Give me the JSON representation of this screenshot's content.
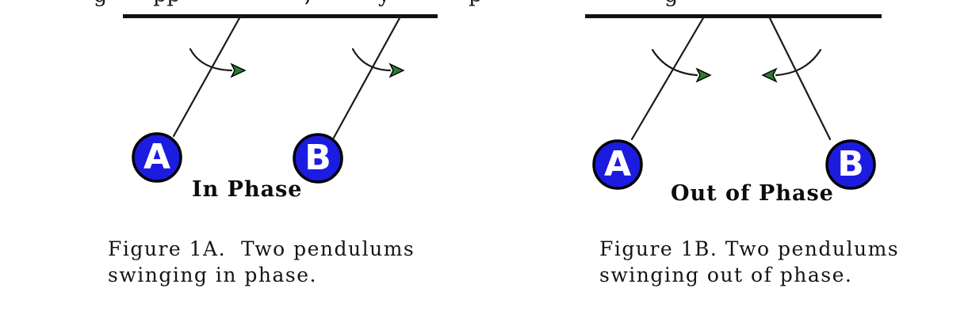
{
  "page": {
    "background": "#ffffff",
    "cropped_top_text_fragments": [
      {
        "char": "g",
        "note": "cut-off descender of text line above"
      },
      {
        "char": "pp",
        "note": "cut-off descender of text line above"
      },
      {
        "char": ",",
        "note": "cut-off comma of text line above"
      },
      {
        "char": "y",
        "note": "cut-off descender of text line above"
      },
      {
        "char": "p",
        "note": "cut-off descender of text line above"
      },
      {
        "char": "g",
        "note": "cut-off descender of text line above"
      }
    ]
  },
  "colors": {
    "bob_fill": "#1c1ce0",
    "bob_outline": "#000000",
    "bob_letter": "#ffffff",
    "arrow_green": "#2e7b2e",
    "line_ink": "#1a1a1a",
    "text_ink": "#141414"
  },
  "figures": [
    {
      "id": "1A",
      "phase_label": "In Phase",
      "caption": "Figure 1A.  Two pendulums\nswinging in phase.",
      "bobs": [
        {
          "letter": "A"
        },
        {
          "letter": "B"
        }
      ],
      "swing_direction": "both pendulums tilt left, arrows point right (same direction)"
    },
    {
      "id": "1B",
      "phase_label": "Out of Phase",
      "caption": "Figure 1B. Two pendulums\nswinging out of phase.",
      "bobs": [
        {
          "letter": "A"
        },
        {
          "letter": "B"
        }
      ],
      "swing_direction": "pendulums tilt apart, arrows point toward each other"
    }
  ]
}
